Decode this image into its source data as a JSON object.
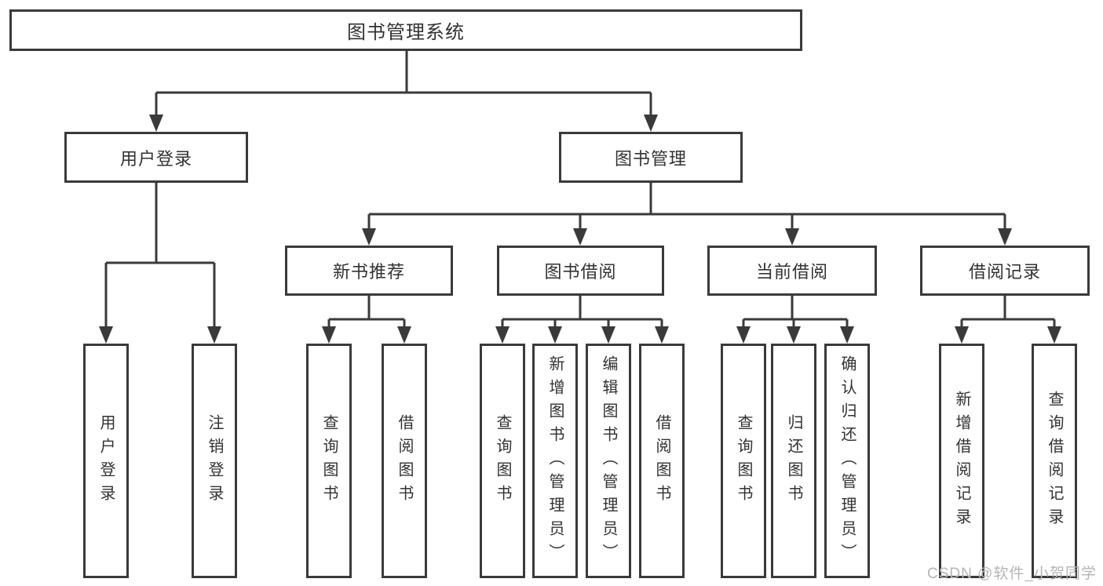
{
  "diagram": {
    "root": {
      "label": "图书管理系统"
    },
    "branches": [
      {
        "label": "用户登录",
        "children": [
          {
            "label": "用户登录"
          },
          {
            "label": "注销登录"
          }
        ]
      },
      {
        "label": "图书管理",
        "children": [
          {
            "label": "新书推荐",
            "children": [
              {
                "label": "查询图书"
              },
              {
                "label": "借阅图书"
              }
            ]
          },
          {
            "label": "图书借阅",
            "children": [
              {
                "label": "查询图书"
              },
              {
                "label": "新增图书（管理员）"
              },
              {
                "label": "编辑图书（管理员）"
              },
              {
                "label": "借阅图书"
              }
            ]
          },
          {
            "label": "当前借阅",
            "children": [
              {
                "label": "查询图书"
              },
              {
                "label": "归还图书"
              },
              {
                "label": "确认归还（管理员）"
              }
            ]
          },
          {
            "label": "借阅记录",
            "children": [
              {
                "label": "新增借阅记录"
              },
              {
                "label": "查询借阅记录"
              }
            ]
          }
        ]
      }
    ]
  },
  "watermark": {
    "text": "CSDN @软件_小贺同学"
  },
  "colors": {
    "line": "#3a3a3a",
    "text": "#323232",
    "watermark": "#b5b5b5",
    "background": "#ffffff"
  }
}
